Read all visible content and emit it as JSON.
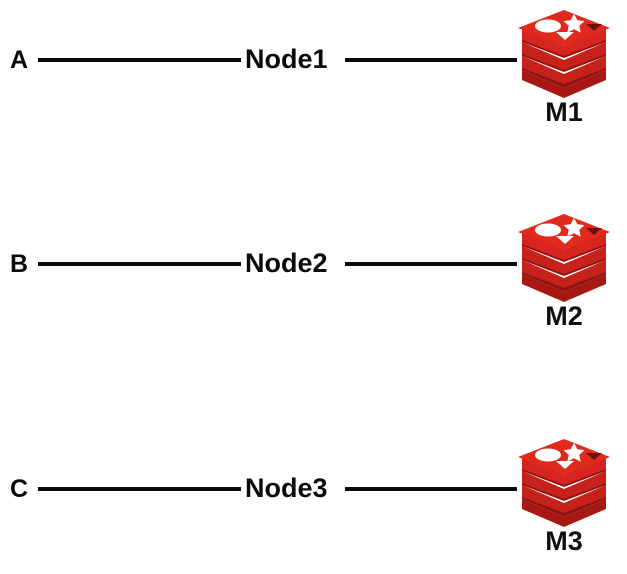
{
  "diagram": {
    "type": "network-topology",
    "background_color": "#ffffff",
    "line_color": "#0a0a0a",
    "text_color": "#0b0b0b",
    "logo_colors": {
      "red_light": "#E02A1E",
      "red_mid": "#C6211A",
      "red_dark": "#A81813",
      "red_shadow": "#8E1310",
      "white": "#ffffff"
    },
    "rows": [
      {
        "endpoint": "A",
        "node": "Node1",
        "machine": "M1",
        "logo_icon": "redis-logo-icon"
      },
      {
        "endpoint": "B",
        "node": "Node2",
        "machine": "M2",
        "logo_icon": "redis-logo-icon"
      },
      {
        "endpoint": "C",
        "node": "Node3",
        "machine": "M3",
        "logo_icon": "redis-logo-icon"
      }
    ]
  }
}
